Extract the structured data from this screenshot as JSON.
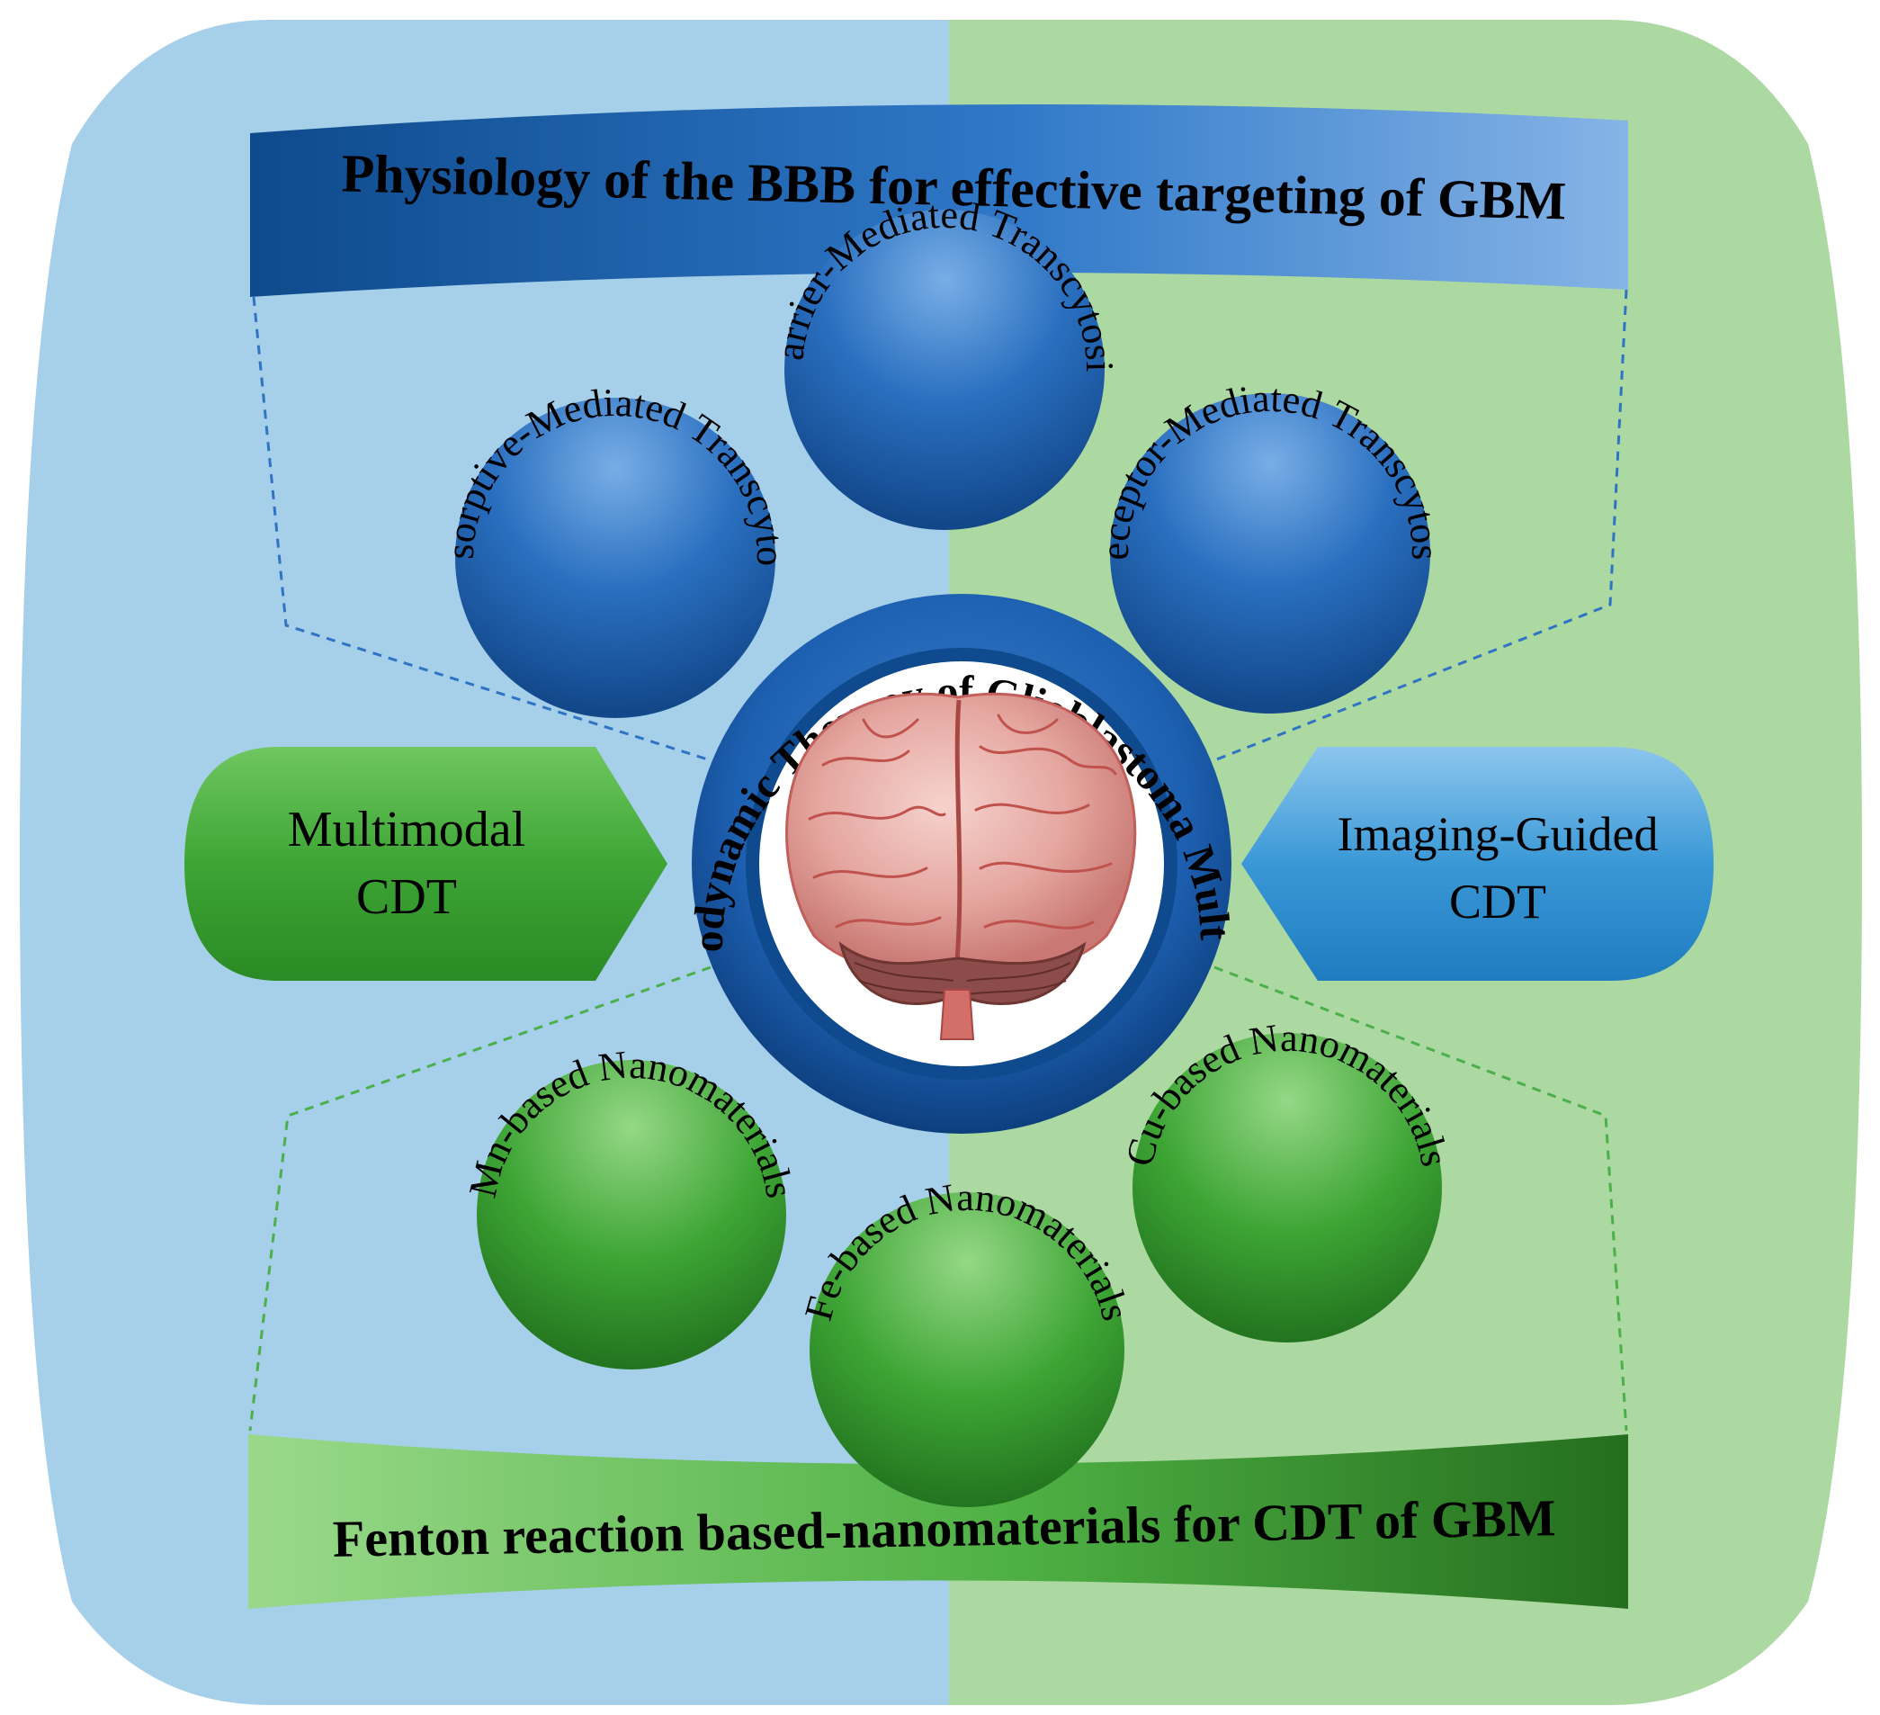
{
  "diagram": {
    "colors": {
      "left_panel": "#a6cfea",
      "right_panel": "#acd8a1",
      "blue_dark": "#0f4f93",
      "blue_light": "#7ab0e3",
      "green_dark": "#2b8a25",
      "green_light": "#8fd27f",
      "dashed_blue": "#2f74c4",
      "dashed_green": "#4bb04b"
    },
    "top_banner": {
      "label": "Physiology of the BBB for effective targeting of GBM"
    },
    "bottom_banner": {
      "label": "Fenton reaction based-nanomaterials for CDT of GBM"
    },
    "center": {
      "label": "Chemodynamic Therapy of Glioblastoma Multiforme",
      "image": "brain-image"
    },
    "blue_circles": [
      {
        "id": "adsorptive",
        "label": "Adsorptive-Mediated Transcytosis"
      },
      {
        "id": "carrier",
        "label": "Carrier-Mediated Transcytosis"
      },
      {
        "id": "receptor",
        "label": "Receptor-Mediated Transcytosis"
      }
    ],
    "green_circles": [
      {
        "id": "mn",
        "label": "Mn-based Nanomaterials"
      },
      {
        "id": "fe",
        "label": "Fe-based Nanomaterials"
      },
      {
        "id": "cu",
        "label": "Cu-based Nanomaterials"
      }
    ],
    "left_arrow": {
      "line1": "Multimodal",
      "line2": "CDT"
    },
    "right_arrow": {
      "line1": "Imaging-Guided",
      "line2": "CDT"
    }
  }
}
